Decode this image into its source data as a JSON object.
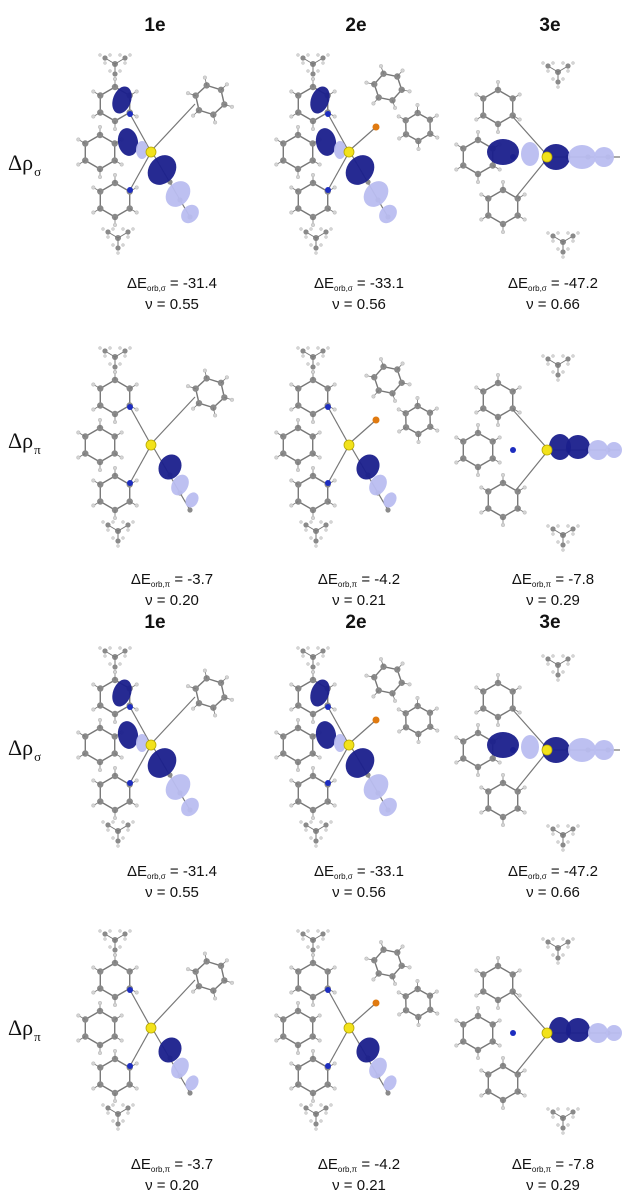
{
  "blocks": [
    {
      "columns": [
        "1e",
        "2e",
        "3e"
      ],
      "rows": [
        {
          "label": {
            "base": "Δρ",
            "sub": "σ"
          },
          "cells": [
            {
              "energy_prefix": "ΔE",
              "energy_sub": "orb,σ",
              "energy_value": "= -31.4",
              "nu": "ν = 0.55"
            },
            {
              "energy_prefix": "ΔE",
              "energy_sub": "orb,σ",
              "energy_value": "= -33.1",
              "nu": "ν = 0.56"
            },
            {
              "energy_prefix": "ΔE",
              "energy_sub": "orb,σ",
              "energy_value": "= -47.2",
              "nu": "ν = 0.66"
            }
          ]
        },
        {
          "label": {
            "base": "Δρ",
            "sub": "π"
          },
          "cells": [
            {
              "energy_prefix": "ΔE",
              "energy_sub": "orb,π",
              "energy_value": "= -3.7",
              "nu": "ν = 0.20"
            },
            {
              "energy_prefix": "ΔE",
              "energy_sub": "orb,π",
              "energy_value": "= -4.2",
              "nu": "ν = 0.21"
            },
            {
              "energy_prefix": "ΔE",
              "energy_sub": "orb,π",
              "energy_value": "= -7.8",
              "nu": "ν = 0.29"
            }
          ]
        }
      ]
    },
    {
      "columns": [
        "1e",
        "2e",
        "3e"
      ],
      "rows": [
        {
          "label": {
            "base": "Δρ",
            "sub": "σ"
          },
          "cells": [
            {
              "energy_prefix": "ΔE",
              "energy_sub": "orb,σ",
              "energy_value": "= -31.4",
              "nu": "ν = 0.55"
            },
            {
              "energy_prefix": "ΔE",
              "energy_sub": "orb,σ",
              "energy_value": "= -33.1",
              "nu": "ν = 0.56"
            },
            {
              "energy_prefix": "ΔE",
              "energy_sub": "orb,σ",
              "energy_value": "= -47.2",
              "nu": "ν = 0.66"
            }
          ]
        },
        {
          "label": {
            "base": "Δρ",
            "sub": "π"
          },
          "cells": [
            {
              "energy_prefix": "ΔE",
              "energy_sub": "orb,π",
              "energy_value": "= -3.7",
              "nu": "ν = 0.20"
            },
            {
              "energy_prefix": "ΔE",
              "energy_sub": "orb,π",
              "energy_value": "= -4.2",
              "nu": "ν = 0.21"
            },
            {
              "energy_prefix": "ΔE",
              "energy_sub": "orb,π",
              "energy_value": "= -7.8",
              "nu": "ν = 0.29"
            }
          ]
        }
      ]
    }
  ],
  "colors": {
    "lobe_dark": "#1a1f8c",
    "lobe_light": "#b9bdf0",
    "carbon": "#8a8a8a",
    "hydrogen": "#d4d4d4",
    "bond": "#777777",
    "metal": "#f2e21b",
    "nitrogen": "#1d2dbf",
    "phosphorus": "#e07a10"
  }
}
